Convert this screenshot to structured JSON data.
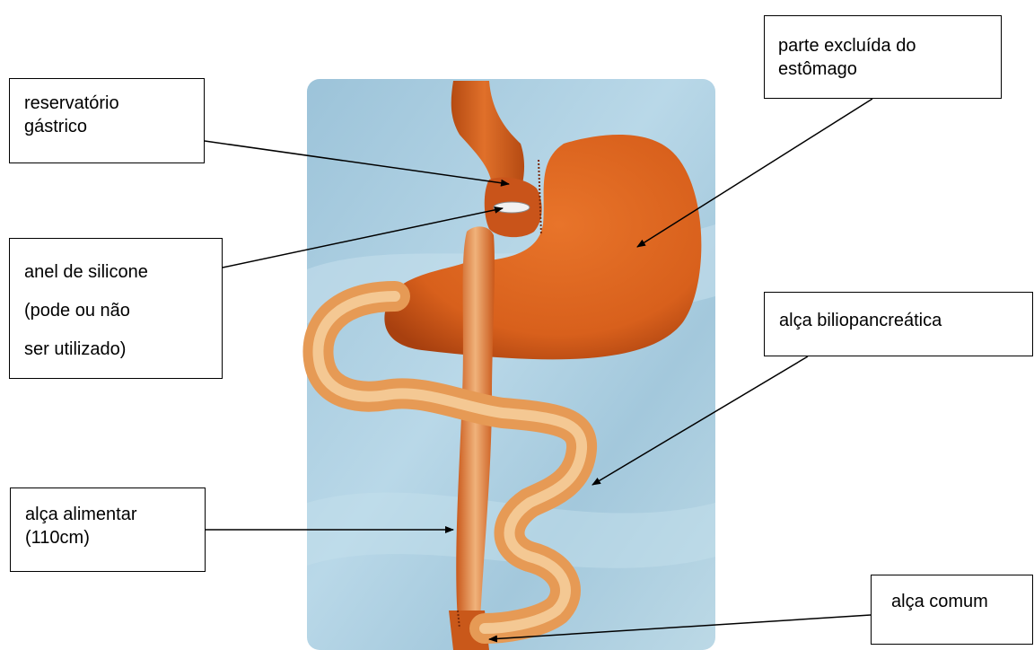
{
  "labels": {
    "reservatorio": "reservatório\ngástrico",
    "anel": "anel de silicone\n(pode ou não\nser utilizado)",
    "parte_excluida": "parte excluída do\nestômago",
    "biliopancreatica": "alça biliopancreática",
    "alimentar": "alça alimentar\n(110cm)",
    "comum": "alça comum"
  },
  "colors": {
    "background_panel": "#a9cde0",
    "organ": "#d9621c",
    "organ_dark": "#9e3a0c",
    "intestine_light": "#f3c48a",
    "ring": "#f2f2f2",
    "arrow": "#000000"
  }
}
